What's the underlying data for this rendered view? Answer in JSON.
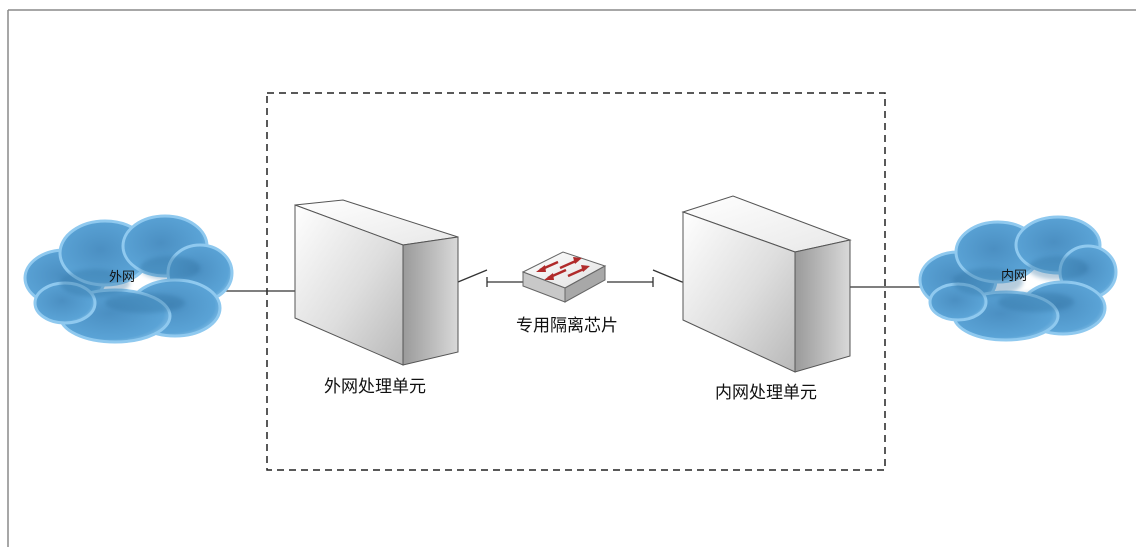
{
  "diagram": {
    "left_cloud_label": "外网",
    "right_cloud_label": "内网",
    "left_unit_label": "外网处理单元",
    "right_unit_label": "内网处理单元",
    "chip_label": "专用隔离芯片"
  },
  "colors": {
    "cloud_fill": "#5a9fd1",
    "cloud_highlight": "#a9d6f5",
    "cloud_shadow": "#2f6f9f",
    "server_face": "#e3e3e3",
    "chip_arrow": "#b02a2a"
  },
  "icons": {
    "cloud": "cloud-icon",
    "server": "server-box-icon",
    "chip": "network-switch-icon"
  }
}
